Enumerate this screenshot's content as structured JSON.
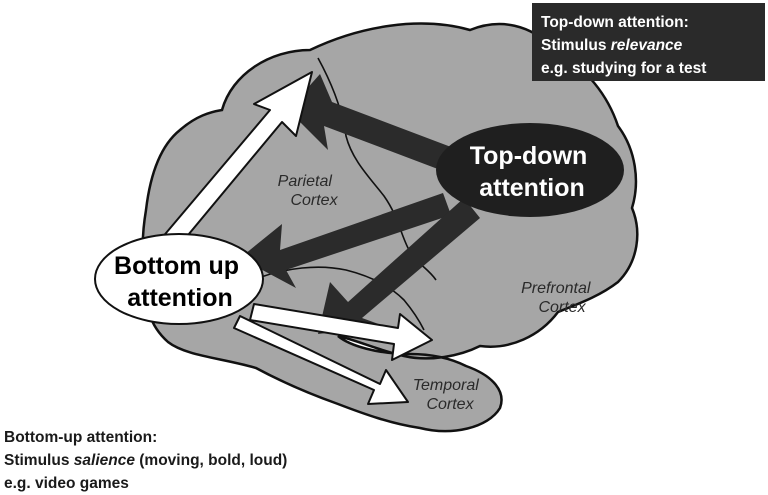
{
  "regions": {
    "parietal": [
      "Parietal",
      "Cortex"
    ],
    "prefrontal": [
      "Prefrontal",
      "Cortex"
    ],
    "temporal": [
      "Temporal",
      "Cortex"
    ]
  },
  "top_down_node": [
    "Top-down",
    "attention"
  ],
  "bottom_up_node": [
    "Bottom up",
    "attention"
  ],
  "top_down_box": {
    "line1": "Top-down attention:",
    "line2_prefix": "Stimulus ",
    "line2_em": "relevance",
    "line3": "e.g. studying for a test"
  },
  "bottom_up_box": {
    "line1": "Bottom-up attention:",
    "line2_prefix": "Stimulus ",
    "line2_em": "salience",
    "line2_suffix": " (moving, bold, loud)",
    "line3": "e.g. video games"
  },
  "colors": {
    "brain_fill": "#a6a6a6",
    "outline": "#111111",
    "dark_arrow": "#2b2b2b",
    "white_arrow": "#ffffff",
    "box_bg": "#2a2a2a"
  }
}
